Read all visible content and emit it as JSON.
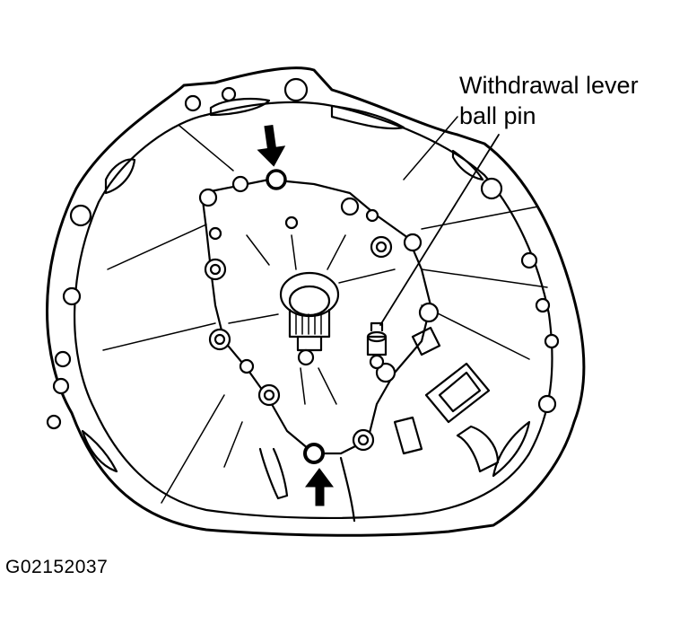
{
  "callout": {
    "line1": "Withdrawal lever",
    "line2": "ball pin"
  },
  "figure_code": "G02152037",
  "arrows": [
    {
      "direction": "down",
      "label": "bolt-location-arrow"
    },
    {
      "direction": "up",
      "label": "bolt-location-arrow"
    }
  ],
  "colors": {
    "ink": "#000000",
    "background": "#ffffff"
  }
}
